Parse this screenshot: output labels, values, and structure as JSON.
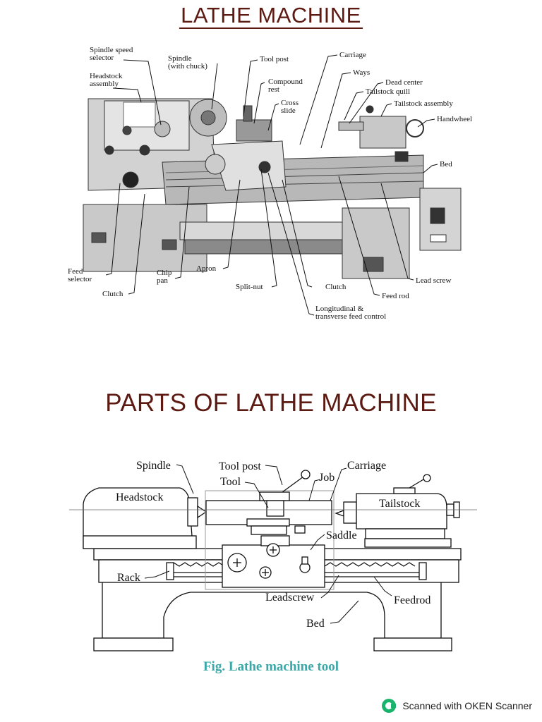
{
  "top": {
    "title": "LATHE MACHINE",
    "labels": {
      "spindle_speed_selector": [
        "Spindle  speed",
        "selector"
      ],
      "spindle_with_chuck": [
        "Spindle",
        "(with  chuck)"
      ],
      "headstock_assembly": [
        "Headstock",
        "assembly"
      ],
      "tool_post": "Tool  post",
      "compound_rest": [
        "Compound",
        "rest"
      ],
      "cross_slide": [
        "Cross",
        "slide"
      ],
      "carriage": "Carriage",
      "ways": "Ways",
      "dead_center": "Dead  center",
      "tailstock_quill": "Tailstock  quill",
      "tailstock_assembly": "Tailstock  assembly",
      "handwheel": "Handwheel",
      "bed": "Bed",
      "feed_selector": [
        "Feed",
        "selector"
      ],
      "chip_pan": [
        "Chip",
        "pan"
      ],
      "apron": "Apron",
      "clutch_left": "Clutch",
      "split_nut": "Split-nut",
      "clutch_right": "Clutch",
      "feed_rod": "Feed  rod",
      "lead_screw": "Lead  screw",
      "longitudinal": [
        "Longitudinal  &",
        "transverse  feed  control"
      ]
    }
  },
  "bottom": {
    "title": "PARTS OF LATHE MACHINE",
    "labels": {
      "spindle": "Spindle",
      "tool_post": "Tool post",
      "tool": "Tool",
      "job": "Job",
      "carriage": "Carriage",
      "headstock": "Headstock",
      "tailstock": "Tailstock",
      "saddle": "Saddle",
      "rack": "Rack",
      "leadscrew": "Leadscrew",
      "feedrod": "Feedrod",
      "bed": "Bed"
    },
    "caption": "Fig. Lathe machine tool"
  },
  "footer": {
    "scanner_text": "Scanned with OKEN Scanner",
    "scanner_icon": "oken-scanner-icon",
    "accent": "#19b36b"
  }
}
